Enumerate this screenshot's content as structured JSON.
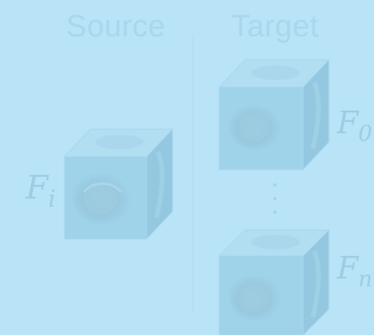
{
  "columns": {
    "source_title": "Source",
    "target_title": "Target"
  },
  "labels": {
    "source_frame": {
      "base": "F",
      "sub": "i"
    },
    "target_first": {
      "base": "F",
      "sub": "0"
    },
    "target_last": {
      "base": "F",
      "sub": "n"
    }
  },
  "colors": {
    "background": "#b9e3f6",
    "title_text": "#a9d7ed",
    "math_text": "#9ecde3",
    "cube_front": "#9fd3ea",
    "cube_top": "#b2def2",
    "cube_side": "#93c8e0",
    "cube_edge": "#a8d6ec"
  },
  "icons": {
    "cube": "mri-volume-cube",
    "ellipsis": "vertical-ellipsis"
  }
}
